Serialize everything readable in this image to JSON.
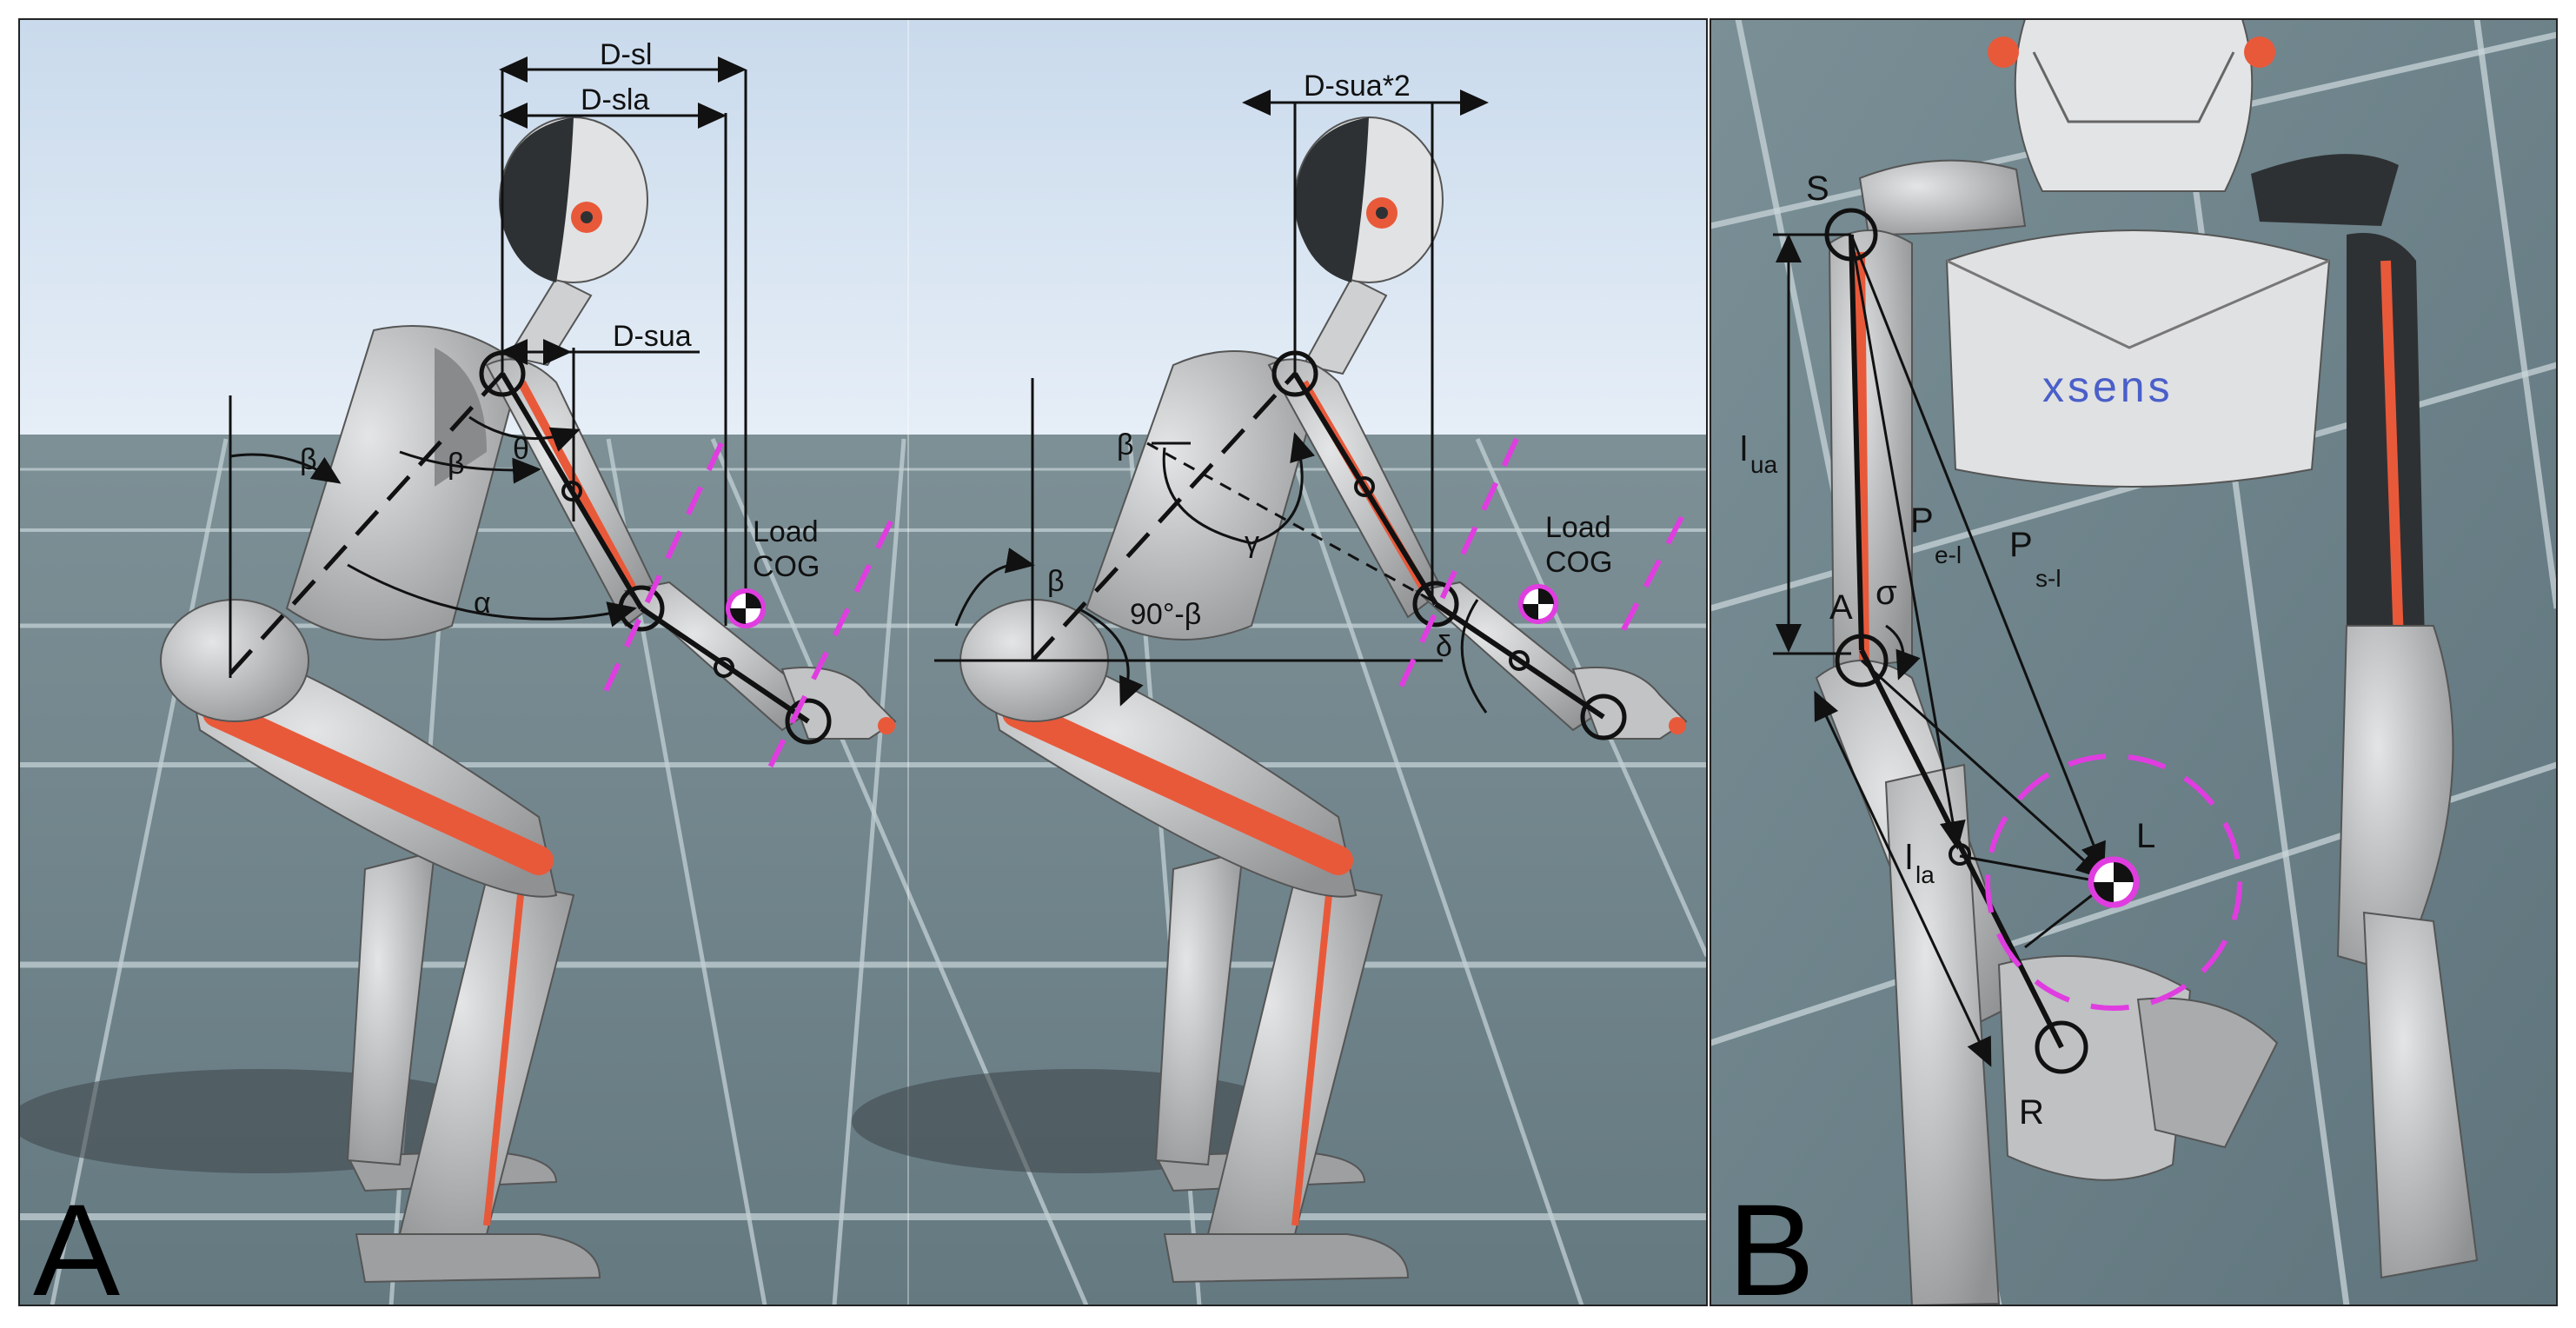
{
  "figure": {
    "panel_a_label": "A",
    "panel_b_label": "B",
    "brand": "xsens",
    "colors": {
      "sky": "#dde8f3",
      "floor": "#6f8289",
      "grid": "#c3d0d4",
      "body_grey": "#a9abad",
      "body_dark": "#2e3133",
      "accent_orange": "#e8593a",
      "magenta": "#e03de0",
      "brand_blue": "#4a5fc9"
    }
  },
  "left_view": {
    "d_sl": "D-sl",
    "d_sla": "D-sla",
    "d_sua": "D-sua",
    "beta": "β",
    "theta": "θ",
    "alpha": "α",
    "load": "Load",
    "cog": "COG"
  },
  "middle_view": {
    "d_sua2": "D-sua*2",
    "beta_top": "β",
    "beta_hip": "β",
    "ninety_minus_beta": "90°-β",
    "gamma": "γ",
    "delta": "δ",
    "load": "Load",
    "cog": "COG"
  },
  "panel_b": {
    "shoulder": "S",
    "elbow": "A",
    "wrist": "R",
    "load": "L",
    "sigma": "σ",
    "l_ua": "l",
    "l_ua_sub": "ua",
    "l_la": "l",
    "l_la_sub": "la",
    "p_el": "P",
    "p_el_sub": "e-l",
    "p_sl": "P",
    "p_sl_sub": "s-l"
  }
}
